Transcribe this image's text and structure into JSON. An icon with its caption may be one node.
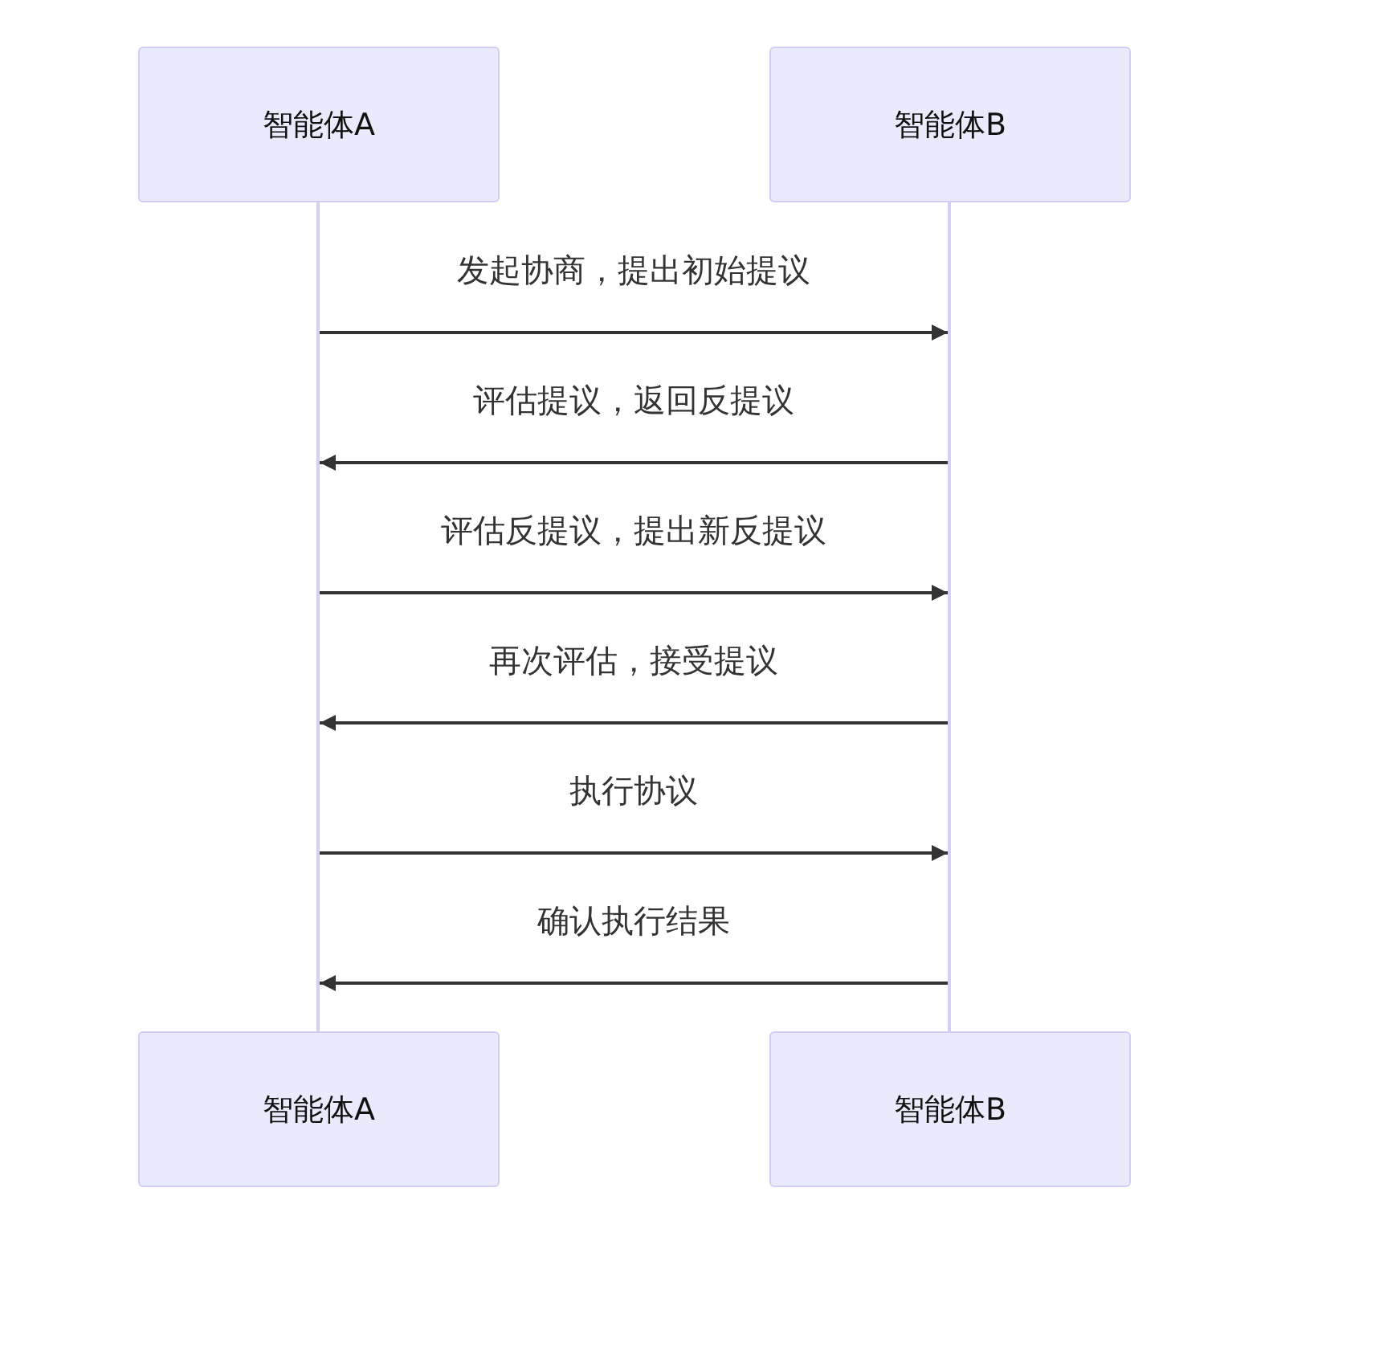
{
  "diagram": {
    "nodes": [
      {
        "text": [
          "智能体A"
        ]
      },
      {
        "text": [
          "智能体B"
        ]
      },
      {
        "text": [
          "智能体A"
        ]
      },
      {
        "text": [
          "智能体B"
        ]
      },
      {
        "text": [],
        "shape": "line"
      },
      {
        "text": [],
        "shape": "line"
      }
    ],
    "edges": [
      {
        "from": 4,
        "to": 5,
        "arrow": "to",
        "label": "发起协商，提出初始提议"
      },
      {
        "from": 5,
        "to": 4,
        "arrow": "to",
        "label": "评估提议，返回反提议"
      },
      {
        "from": 4,
        "to": 5,
        "arrow": "to",
        "label": "评估反提议，提出新反提议"
      },
      {
        "from": 5,
        "to": 4,
        "arrow": "to",
        "label": "再次评估，接受提议"
      },
      {
        "from": 4,
        "to": 5,
        "arrow": "to",
        "label": "执行协议"
      },
      {
        "from": 5,
        "to": 4,
        "arrow": "to",
        "label": "确认执行结果"
      }
    ]
  }
}
